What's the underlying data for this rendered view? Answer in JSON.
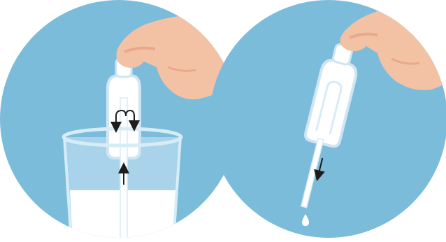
{
  "figure": {
    "panels": [
      {
        "id": "left",
        "step": "draw-up",
        "content": [
          "hand",
          "straw-pipette",
          "glass",
          "liquid",
          "arrows"
        ]
      },
      {
        "id": "right",
        "step": "dispense",
        "content": [
          "hand",
          "straw-pipette",
          "droplet",
          "arrow"
        ]
      }
    ],
    "colors": {
      "circle_bg": "#7bbcdb",
      "skin": "#f3c2a4",
      "skin_shadow": "#e8a98a",
      "device": "#ffffff",
      "device_outline": "#cfe6f2",
      "glass_fill": "#a9d3ea",
      "glass_rim": "#d6ecf6",
      "liquid": "#ffffff",
      "arrow": "#1d1d1b"
    },
    "icons": [
      "up-arrow-icon",
      "down-arrow-icon",
      "loop-arrow-icon"
    ]
  }
}
